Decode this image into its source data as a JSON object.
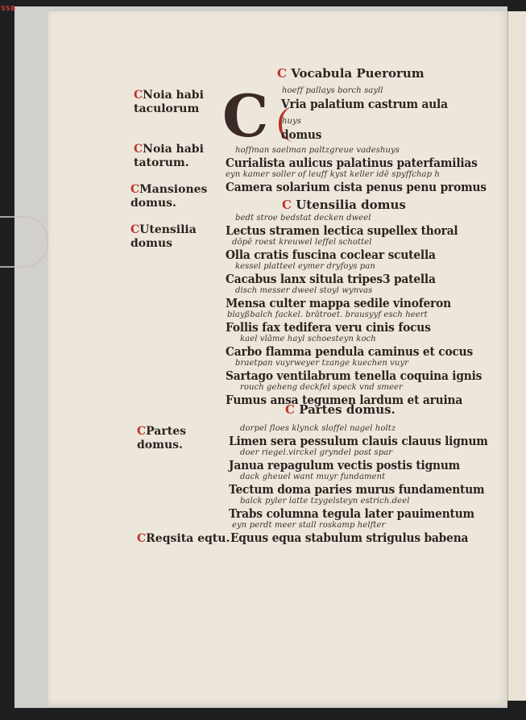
{
  "library_mark": "SSB",
  "title": {
    "pilcrow": "C",
    "text": "Vocabula Puerorum"
  },
  "drop_cap": "C",
  "margin_notes": [
    {
      "pilcrow": "C",
      "text": "Noia habi\ntaculorum"
    },
    {
      "pilcrow": "C",
      "text": "Noia habi\ntatorum."
    },
    {
      "pilcrow": "C",
      "text": "Mansiones\ndomus."
    },
    {
      "pilcrow": "C",
      "text": "Utensilia\ndomus"
    },
    {
      "pilcrow": "C",
      "text": "Partes\ndomus."
    },
    {
      "pilcrow": "C",
      "text": "Reqsita eqtu."
    }
  ],
  "headings": [
    {
      "pilcrow": "C",
      "text": "Utensilia domus"
    },
    {
      "pilcrow": "C",
      "text": "Partes domus."
    }
  ],
  "lines": [
    {
      "kind": "gloss",
      "text": "hoeff        pallays        borch        sayll"
    },
    {
      "kind": "latin",
      "text": "Vria palatium castrum aula"
    },
    {
      "kind": "gloss",
      "text": "huys"
    },
    {
      "kind": "latin",
      "text": "domus"
    },
    {
      "kind": "gloss",
      "text": "hoffman  saelman  paltzgreue   vadeshuys"
    },
    {
      "kind": "latin",
      "text": "Curialista aulicus palatinus paterfamilias"
    },
    {
      "kind": "gloss",
      "text": "eyn kamer  soller of leuff  kyst  keller idē spyffchap h"
    },
    {
      "kind": "latin",
      "text": "Camera solarium cista penus penu promus"
    },
    {
      "kind": "gloss",
      "text": "bedt        stroe  bedstat   decken     dweel"
    },
    {
      "kind": "latin",
      "text": "Lectus stramen lectica supellex thoral"
    },
    {
      "kind": "gloss",
      "text": "dōpē roest   kreuwel  leffel  schottel"
    },
    {
      "kind": "latin",
      "text": "Olla cratis fuscina coclear scutella"
    },
    {
      "kind": "gloss",
      "text": "kessel    platteel eymer dryfoys     pan"
    },
    {
      "kind": "latin",
      "text": "Cacabus lanx situla tripes3 patella"
    },
    {
      "kind": "gloss",
      "text": "disch     messer dweel    stoyl    wynvas"
    },
    {
      "kind": "latin",
      "text": "Mensa culter mappa sedile vinoferon"
    },
    {
      "kind": "gloss",
      "text": "blayßbalch fackel. brātroet. brausyyf esch  heert"
    },
    {
      "kind": "latin",
      "text": "Follis fax tedifera veru cinis focus"
    },
    {
      "kind": "gloss",
      "text": "kael    vlāme    hayl    schoesteyn   koch"
    },
    {
      "kind": "latin",
      "text": "Carbo flamma pendula caminus et cocus"
    },
    {
      "kind": "gloss",
      "text": "braetpan   vuyrweyer    tzange   kuechen vuyr"
    },
    {
      "kind": "latin",
      "text": "Sartago ventilabrum tenella coquina ignis"
    },
    {
      "kind": "gloss",
      "text": "rouch   geheng deckfel   speck  vnd  smeer"
    },
    {
      "kind": "latin",
      "text": "Fumus ansa tegumen lardum et aruina"
    },
    {
      "kind": "gloss",
      "text": "dorpel floes klynck sloffel nagel    holtz"
    },
    {
      "kind": "latin",
      "text": "Limen sera pessulum clauis clauus lignum"
    },
    {
      "kind": "gloss",
      "text": "doer  riegel.virckel    gryndel  post  spar"
    },
    {
      "kind": "latin",
      "text": "Janua repagulum vectis postis tignum"
    },
    {
      "kind": "gloss",
      "text": "dack   gheuel want  muyr     fundament"
    },
    {
      "kind": "latin",
      "text": "Tectum doma paries murus fundamentum"
    },
    {
      "kind": "gloss",
      "text": "balck    pyler    latte   tzygelsteyn estrich.deel"
    },
    {
      "kind": "latin",
      "text": "Trabs columna tegula later pauimentum"
    },
    {
      "kind": "gloss",
      "text": "eyn perdt  meer    stall      roskamp   helfter"
    },
    {
      "kind": "latin",
      "text": "Equus equa stabulum strigulus babena"
    }
  ]
}
